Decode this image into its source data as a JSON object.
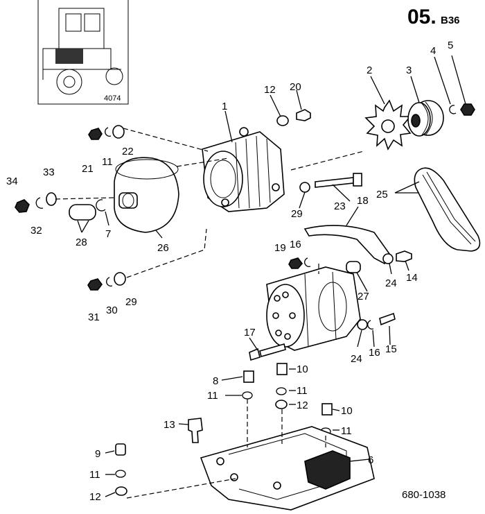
{
  "header": {
    "code": "05.",
    "sub": "B36"
  },
  "inset": {
    "number": "4074"
  },
  "drawing_number": "680-1038",
  "callouts": {
    "c1": "1",
    "c2": "2",
    "c3": "3",
    "c4": "4",
    "c5": "5",
    "c6": "6",
    "c7": "7",
    "c8": "8",
    "c9": "9",
    "c10a": "10",
    "c10b": "10",
    "c11a": "11",
    "c11b": "11",
    "c11c": "11",
    "c11d": "11",
    "c11e": "11",
    "c12a": "12",
    "c12b": "12",
    "c12c": "12",
    "c13": "13",
    "c14": "14",
    "c15": "15",
    "c16a": "16",
    "c16b": "16",
    "c17": "17",
    "c18": "18",
    "c19": "19",
    "c20": "20",
    "c21": "21",
    "c22": "22",
    "c23": "23",
    "c24a": "24",
    "c24b": "24",
    "c25": "25",
    "c26": "26",
    "c27": "27",
    "c28": "28",
    "c29a": "29",
    "c29b": "29",
    "c30": "30",
    "c31": "31",
    "c32": "32",
    "c33": "33",
    "c34": "34"
  }
}
